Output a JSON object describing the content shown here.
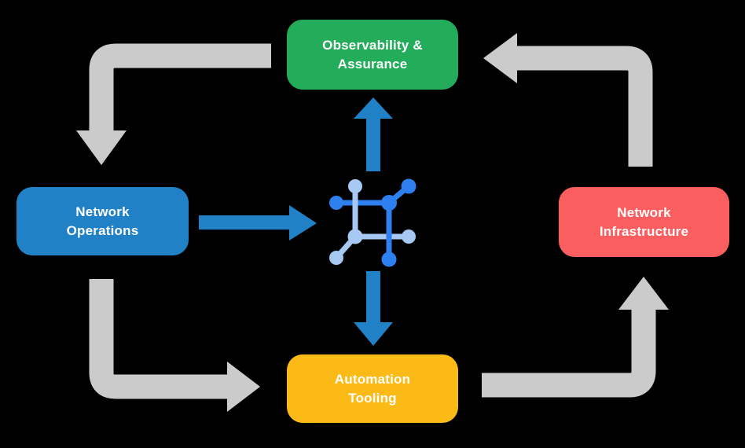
{
  "diagram": {
    "title": "network-automation-cycle-diagram",
    "nodes": {
      "observability": {
        "label": "Observability &\nAssurance",
        "color": "#23ad5b"
      },
      "operations": {
        "label": "Network\nOperations",
        "color": "#2181c6"
      },
      "infrastructure": {
        "label": "Network\nInfrastructure",
        "color": "#fa5e5f"
      },
      "automation": {
        "label": "Automation\nTooling",
        "color": "#fcba16"
      }
    },
    "arrows": {
      "gray": [
        "observability-to-operations",
        "infrastructure-to-observability",
        "operations-to-automation",
        "automation-to-infrastructure"
      ],
      "blue": [
        "operations-to-center",
        "center-to-observability",
        "center-to-automation"
      ]
    },
    "center_icon": "network-platform-icon"
  },
  "colors": {
    "background": "#000000",
    "arrow_gray": "#cbcbcb",
    "arrow_blue": "#2181c6",
    "icon_dark_blue": "#2e7ff0",
    "icon_light_blue": "#a6c8f3",
    "text": "#ffffff"
  }
}
